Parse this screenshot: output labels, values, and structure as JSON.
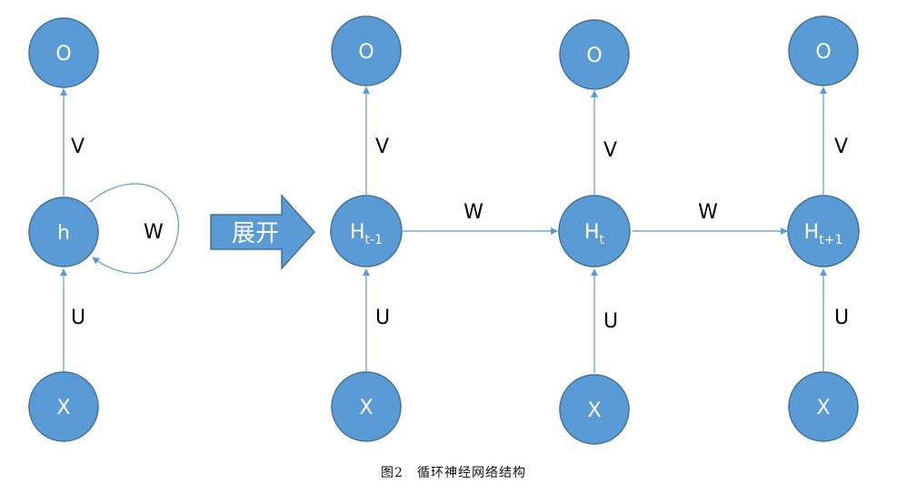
{
  "folded": {
    "output": "O",
    "hidden": "h",
    "input": "X",
    "v_label": "V",
    "u_label": "U",
    "w_label": "W"
  },
  "unfold_label": "展开",
  "unrolled": {
    "steps": [
      {
        "output": "O",
        "hidden_main": "H",
        "hidden_sub": "t-1",
        "input": "X",
        "v_label": "V",
        "u_label": "U"
      },
      {
        "output": "O",
        "hidden_main": "H",
        "hidden_sub": "t",
        "input": "X",
        "v_label": "V",
        "u_label": "U"
      },
      {
        "output": "O",
        "hidden_main": "H",
        "hidden_sub": "t+1",
        "input": "X",
        "v_label": "V",
        "u_label": "U"
      }
    ],
    "w_labels": [
      "W",
      "W"
    ]
  },
  "caption": "图2　循环神经网络结构",
  "colors": {
    "node_fill": "#5b9bd5",
    "node_stroke": "#41719c",
    "edge": "#5b9bd5"
  }
}
